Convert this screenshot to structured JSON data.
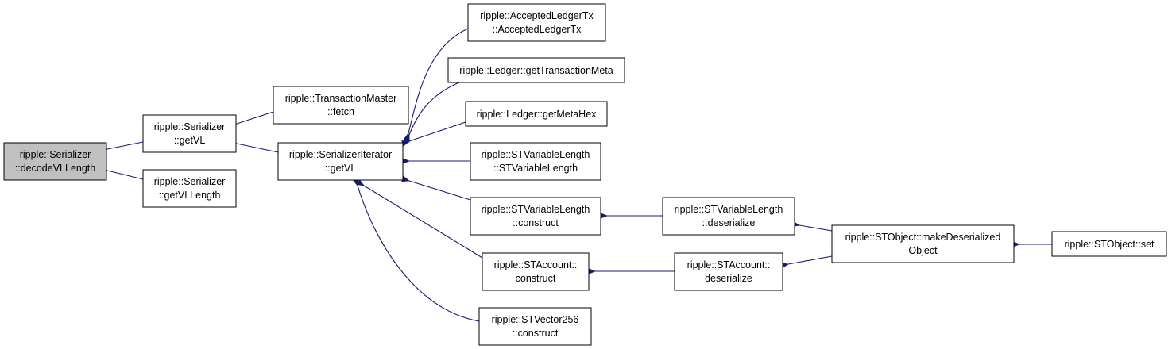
{
  "graph": {
    "edge_color": "#191970",
    "root_fill": "#c0c0c0",
    "nodes": {
      "decode_vl_length": {
        "lines": [
          "ripple::Serializer",
          "::decodeVLLength"
        ],
        "root": true
      },
      "serializer_getvl": {
        "lines": [
          "ripple::Serializer",
          "::getVL"
        ]
      },
      "serializer_getvllength": {
        "lines": [
          "ripple::Serializer",
          "::getVLLength"
        ]
      },
      "txmaster_fetch": {
        "lines": [
          "ripple::TransactionMaster",
          "::fetch"
        ]
      },
      "seriter_getvl": {
        "lines": [
          "ripple::SerializerIterator",
          "::getVL"
        ]
      },
      "accepted_ledger_tx": {
        "lines": [
          "ripple::AcceptedLedgerTx",
          "::AcceptedLedgerTx"
        ]
      },
      "ledger_get_tx_meta": {
        "lines": [
          "ripple::Ledger::getTransactionMeta"
        ]
      },
      "ledger_get_meta_hex": {
        "lines": [
          "ripple::Ledger::getMetaHex"
        ]
      },
      "stvarlen_ctor": {
        "lines": [
          "ripple::STVariableLength",
          "::STVariableLength"
        ]
      },
      "stvarlen_construct": {
        "lines": [
          "ripple::STVariableLength",
          "::construct"
        ]
      },
      "staccount_construct": {
        "lines": [
          "ripple::STAccount::",
          "construct"
        ]
      },
      "stvector256_construct": {
        "lines": [
          "ripple::STVector256",
          "::construct"
        ]
      },
      "stvarlen_deserialize": {
        "lines": [
          "ripple::STVariableLength",
          "::deserialize"
        ]
      },
      "staccount_deserialize": {
        "lines": [
          "ripple::STAccount::",
          "deserialize"
        ]
      },
      "stobject_make_deserialized": {
        "lines": [
          "ripple::STObject::makeDeserialized",
          "Object"
        ]
      },
      "stobject_set": {
        "lines": [
          "ripple::STObject::set"
        ]
      }
    }
  }
}
